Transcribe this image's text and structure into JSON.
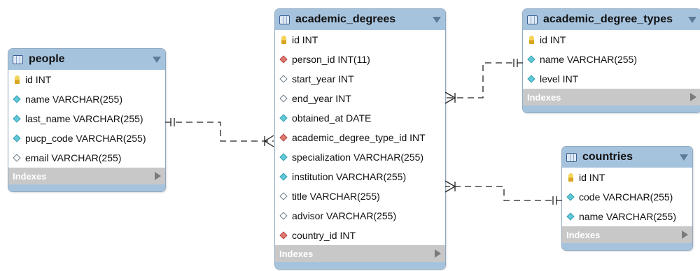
{
  "diagram": {
    "tables": [
      {
        "id": "people",
        "name": "people",
        "columns": [
          {
            "text": "id INT",
            "icon": "key-icon"
          },
          {
            "text": "name VARCHAR(255)",
            "icon": "not-null-diamond-icon"
          },
          {
            "text": "last_name VARCHAR(255)",
            "icon": "not-null-diamond-icon"
          },
          {
            "text": "pucp_code VARCHAR(255)",
            "icon": "not-null-diamond-icon"
          },
          {
            "text": "email VARCHAR(255)",
            "icon": "nullable-diamond-icon"
          }
        ],
        "indexes_label": "Indexes"
      },
      {
        "id": "academic_degrees",
        "name": "academic_degrees",
        "columns": [
          {
            "text": "id INT",
            "icon": "key-icon"
          },
          {
            "text": "person_id INT(11)",
            "icon": "foreign-key-diamond-icon"
          },
          {
            "text": "start_year INT",
            "icon": "nullable-diamond-icon"
          },
          {
            "text": "end_year INT",
            "icon": "nullable-diamond-icon"
          },
          {
            "text": "obtained_at DATE",
            "icon": "not-null-diamond-icon"
          },
          {
            "text": "academic_degree_type_id INT",
            "icon": "foreign-key-diamond-icon"
          },
          {
            "text": "specialization VARCHAR(255)",
            "icon": "not-null-diamond-icon"
          },
          {
            "text": "institution VARCHAR(255)",
            "icon": "not-null-diamond-icon"
          },
          {
            "text": "title VARCHAR(255)",
            "icon": "nullable-diamond-icon"
          },
          {
            "text": "advisor VARCHAR(255)",
            "icon": "nullable-diamond-icon"
          },
          {
            "text": "country_id INT",
            "icon": "foreign-key-diamond-icon"
          }
        ],
        "indexes_label": "Indexes"
      },
      {
        "id": "academic_degree_types",
        "name": "academic_degree_types",
        "columns": [
          {
            "text": "id INT",
            "icon": "key-icon"
          },
          {
            "text": "name VARCHAR(255)",
            "icon": "not-null-diamond-icon"
          },
          {
            "text": "level INT",
            "icon": "not-null-diamond-icon"
          }
        ],
        "indexes_label": "Indexes"
      },
      {
        "id": "countries",
        "name": "countries",
        "columns": [
          {
            "text": "id INT",
            "icon": "key-icon"
          },
          {
            "text": "code VARCHAR(255)",
            "icon": "not-null-diamond-icon"
          },
          {
            "text": "name VARCHAR(255)",
            "icon": "not-null-diamond-icon"
          }
        ],
        "indexes_label": "Indexes"
      }
    ],
    "relationships": [
      {
        "from": "people",
        "to": "academic_degrees",
        "type": "one-to-many"
      },
      {
        "from": "academic_degree_types",
        "to": "academic_degrees",
        "type": "one-to-many"
      },
      {
        "from": "countries",
        "to": "academic_degrees",
        "type": "one-to-many"
      }
    ],
    "colors": {
      "header": "#a6c3de",
      "indexes_bar": "#c8c8c8",
      "not_null_icon": "#5fc9d9",
      "foreign_key_icon": "#e07870",
      "key_icon": "#f3d55a",
      "relationship_line": "#222222"
    }
  }
}
